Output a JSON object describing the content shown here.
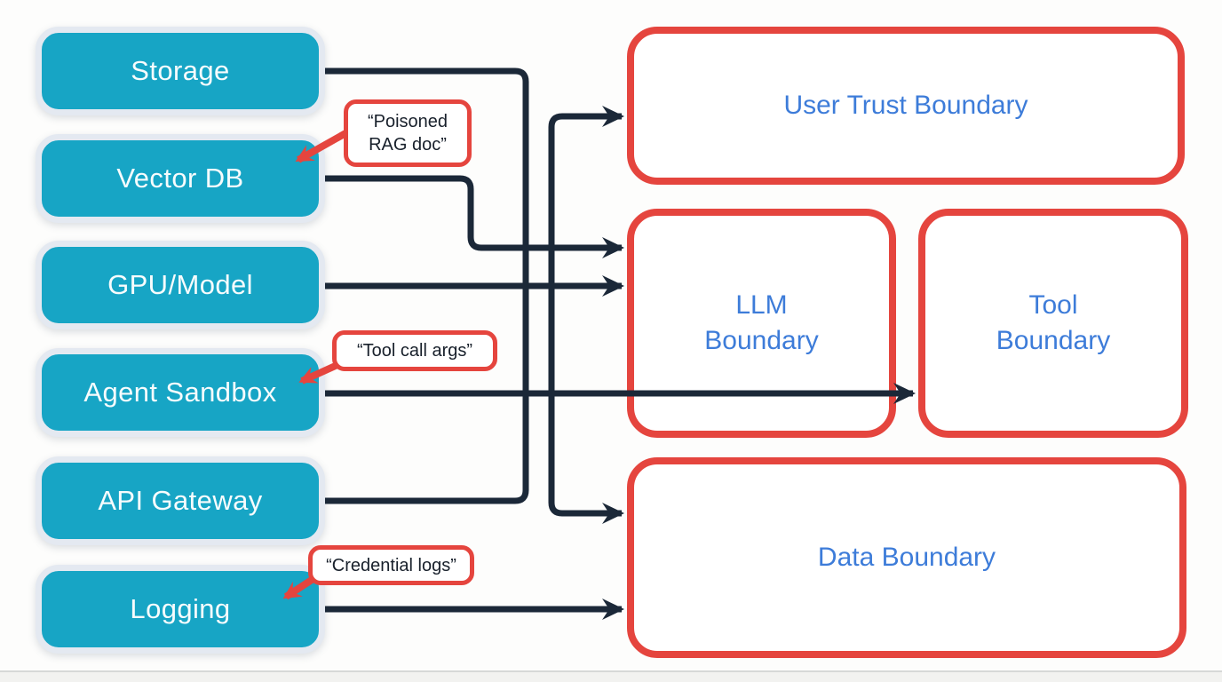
{
  "diagram_title": "",
  "colors": {
    "background": "#FDFDFC",
    "node_fill": "#17A5C5",
    "node_border": "#E4E9F1",
    "node_text": "#F7FCFD",
    "boundary_border": "#E5453E",
    "boundary_text": "#3D7CD9",
    "arrow": "#1B2838",
    "callout_border": "#E5453E",
    "callout_text": "#18202B"
  },
  "left_nodes": [
    {
      "label": "Storage"
    },
    {
      "label": "Vector DB"
    },
    {
      "label": "GPU/Model"
    },
    {
      "label": "Agent Sandbox"
    },
    {
      "label": "API Gateway"
    },
    {
      "label": "Logging"
    }
  ],
  "boundaries": [
    {
      "label": "User Trust Boundary"
    },
    {
      "label": "LLM\nBoundary"
    },
    {
      "label": "Tool\nBoundary"
    },
    {
      "label": "Data Boundary"
    }
  ],
  "callouts": [
    {
      "text": "“Poisoned\nRAG doc”",
      "target": "Vector DB"
    },
    {
      "text": "“Tool call args”",
      "target": "Agent Sandbox"
    },
    {
      "text": "“Credential logs”",
      "target": "Logging"
    }
  ],
  "connections": [
    {
      "path": "Storage → down trunk → API Gateway level",
      "arrowhead": false
    },
    {
      "path": "trunk → User Trust Boundary",
      "arrowhead": true
    },
    {
      "path": "Vector DB → LLM Boundary",
      "arrowhead": true
    },
    {
      "path": "GPU/Model → LLM Boundary",
      "arrowhead": true
    },
    {
      "path": "Agent Sandbox → Tool Boundary (through LLM Boundary)",
      "arrowhead": true
    },
    {
      "path": "trunk → Data Boundary",
      "arrowhead": true
    },
    {
      "path": "Logging → Data Boundary",
      "arrowhead": true
    }
  ]
}
